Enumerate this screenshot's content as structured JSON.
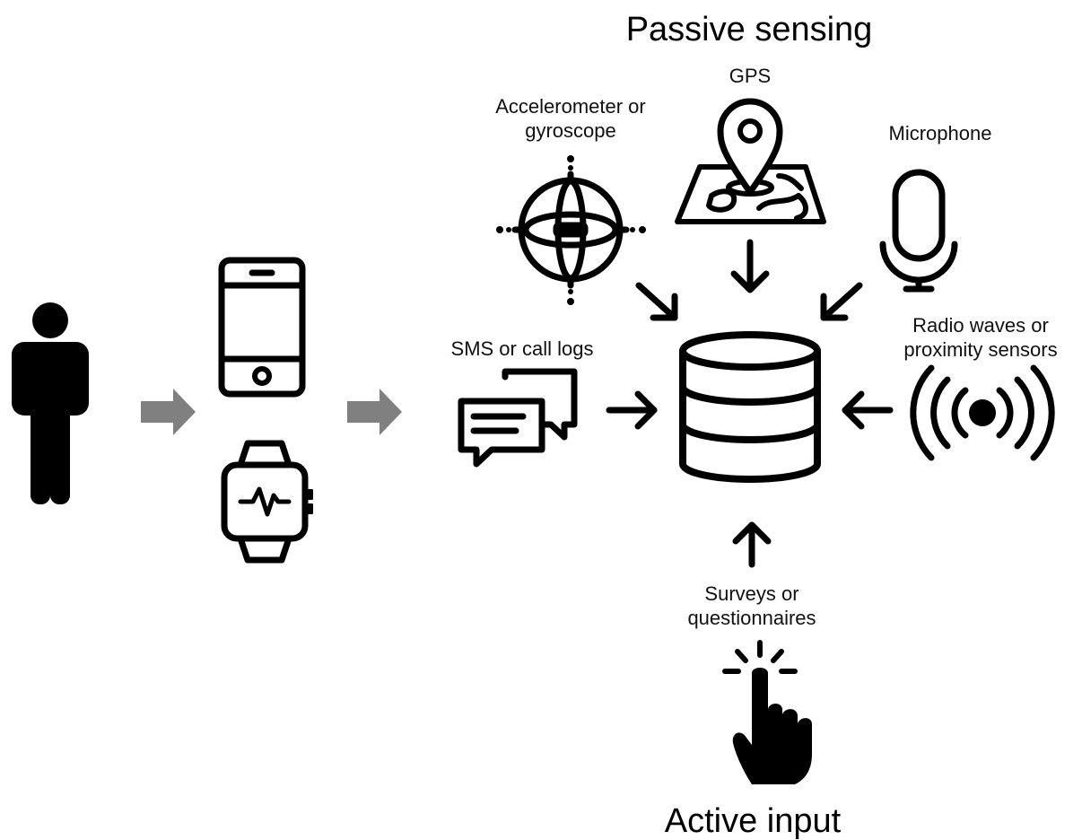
{
  "headings": {
    "passive": "Passive sensing",
    "active": "Active input"
  },
  "labels": {
    "gps": "GPS",
    "accelerometer": "Accelerometer or\ngyroscope",
    "microphone": "Microphone",
    "sms": "SMS or call logs",
    "radio": "Radio waves or\nproximity sensors",
    "surveys": "Surveys or\nquestionnaires"
  },
  "icons": {
    "person": "person-icon",
    "phone": "smartphone-icon",
    "watch": "smartwatch-icon",
    "gyro": "gyroscope-icon",
    "gps": "map-pin-icon",
    "mic": "microphone-icon",
    "sms": "chat-bubbles-icon",
    "radio": "broadcast-signal-icon",
    "db": "database-icon",
    "touch": "tap-finger-icon"
  },
  "colors": {
    "flow_arrow": "#808080",
    "icon": "#000000"
  }
}
